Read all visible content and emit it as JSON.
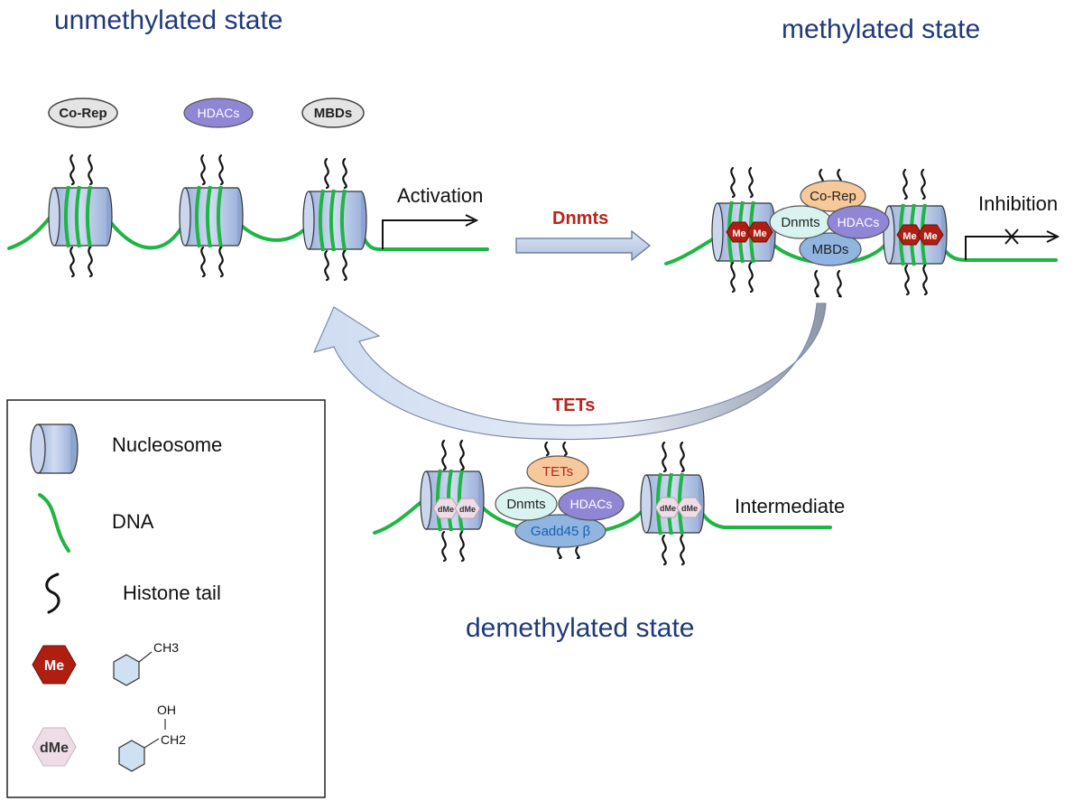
{
  "states": {
    "unmethylated": "unmethylated state",
    "methylated": "methylated state",
    "demethylated": "demethylated state"
  },
  "proteins": {
    "co_rep": "Co-Rep",
    "hdacs_top": "HDACs",
    "hdacs": "HDACs",
    "mbds": "MBDs",
    "dnmts": "Dnmts",
    "tets": "TETs",
    "gadd45": "Gadd45 β"
  },
  "labels": {
    "activation": "Activation",
    "inhibition": "Inhibition",
    "intermediate": "Intermediate"
  },
  "enzymes": {
    "dnmts": "Dnmts",
    "tets": "TETs"
  },
  "marks": {
    "me": "Me",
    "dme": "dMe"
  },
  "legend": {
    "nucleosome": "Nucleosome",
    "dna": "DNA",
    "histone_tail": "Histone tail",
    "me_group": "CH3",
    "dme_oh": "OH",
    "dme_group": "CH2"
  },
  "colors": {
    "title": "#1f3a7a",
    "enzyme": "#b8241a",
    "dna": "#1fb544",
    "nucleosome": "#b7c8e8",
    "me": "#b01e12",
    "dme": "#eedde6",
    "hdacs": "#8f86d6",
    "co_rep": "#f7c89a",
    "dnmts": "#d9f3f0",
    "mbds": "#8fb5e0"
  }
}
